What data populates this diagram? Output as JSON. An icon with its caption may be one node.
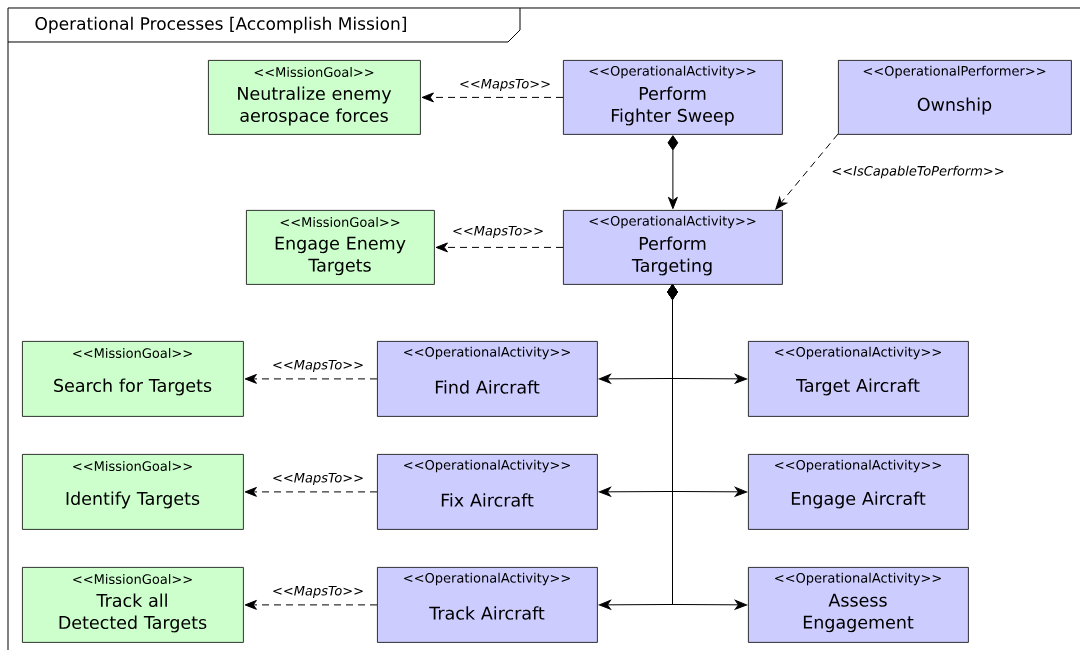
{
  "diagram": {
    "nodes": [
      {
        "text": [
          "Operational Processes [Accomplish Mission]"
        ]
      },
      {
        "text": [
          "<<MissionGoal>>",
          "Neutralize enemy aerospace forces"
        ],
        "in": 0
      },
      {
        "text": [
          "<<OperationalActivity>>",
          "Perform Fighter Sweep"
        ],
        "in": 0
      },
      {
        "text": [
          "<<OperationalPerformer>>",
          "Ownship"
        ],
        "in": 0
      },
      {
        "text": [
          "<<MissionGoal>>",
          "Engage Enemy Targets"
        ],
        "in": 0
      },
      {
        "text": [
          "<<OperationalActivity>>",
          "Perform Targeting"
        ],
        "in": 0
      },
      {
        "text": [
          "<<MissionGoal>>",
          "Search for Targets"
        ],
        "in": 0
      },
      {
        "text": [
          "<<OperationalActivity>>",
          "Find Aircraft"
        ],
        "in": 0
      },
      {
        "text": [
          "<<OperationalActivity>>",
          "Target Aircraft"
        ],
        "in": 0
      },
      {
        "text": [
          "<<MissionGoal>>",
          "Identify Targets"
        ],
        "in": 0
      },
      {
        "text": [
          "<<OperationalActivity>>",
          "Fix Aircraft"
        ],
        "in": 0
      },
      {
        "text": [
          "<<OperationalActivity>>",
          "Engage Aircraft"
        ],
        "in": 0
      },
      {
        "text": [
          "<<MissionGoal>>",
          "Track all Detected Targets"
        ],
        "in": 0
      },
      {
        "text": [
          "<<OperationalActivity>>",
          "Track Aircraft"
        ],
        "in": 0
      },
      {
        "text": [
          "<<OperationalActivity>>",
          "Assess Engagement"
        ],
        "in": 0
      }
    ],
    "edges": [
      {
        "from": 2,
        "to": 1,
        "arrow": "to",
        "label": "<<MapsTo>>",
        "style": "dashed"
      },
      {
        "from": 2,
        "to": 5,
        "arrow": "to"
      },
      {
        "from": 3,
        "to": 5,
        "arrow": "to",
        "label": "<<IsCapableToPerform>>",
        "style": "dashed"
      },
      {
        "from": 5,
        "to": 4,
        "arrow": "to",
        "label": "<<MapsTo>>",
        "style": "dashed"
      },
      {
        "from": 5,
        "to": 7,
        "arrow": "to"
      },
      {
        "from": 5,
        "to": 8,
        "arrow": "to"
      },
      {
        "from": 5,
        "to": 10,
        "arrow": "to"
      },
      {
        "from": 5,
        "to": 11,
        "arrow": "to"
      },
      {
        "from": 5,
        "to": 13,
        "arrow": "to"
      },
      {
        "from": 5,
        "to": 14,
        "arrow": "to"
      },
      {
        "from": 7,
        "to": 6,
        "arrow": "to",
        "label": "<<MapsTo>>",
        "style": "dashed"
      },
      {
        "from": 10,
        "to": 9,
        "arrow": "to",
        "label": "<<MapsTo>>",
        "style": "dashed"
      },
      {
        "from": 13,
        "to": 12,
        "arrow": "to",
        "label": "<<MapsTo>>",
        "style": "dashed"
      }
    ]
  }
}
